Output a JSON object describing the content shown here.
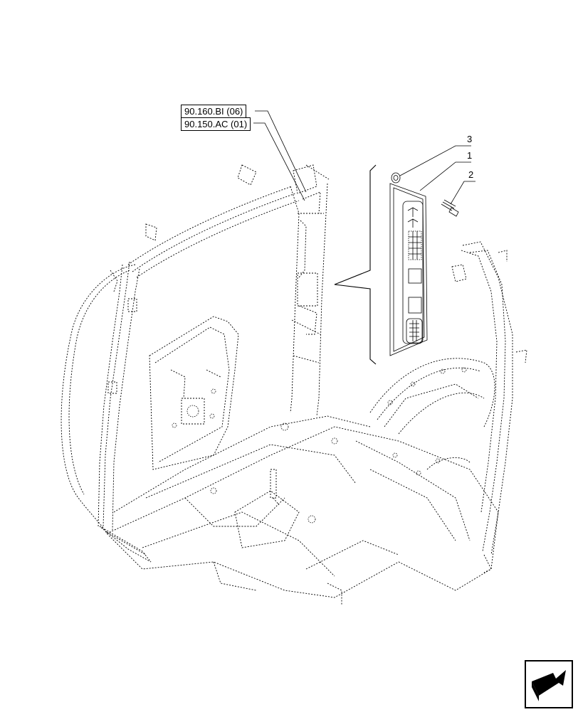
{
  "references": [
    {
      "label": "90.160.BI (06)"
    },
    {
      "label": "90.150.AC (01)"
    }
  ],
  "callouts": [
    {
      "number": "3"
    },
    {
      "number": "1"
    },
    {
      "number": "2"
    }
  ],
  "icons": {
    "navigation": "next-page-arrow-icon"
  },
  "colors": {
    "line": "#000000",
    "background": "#ffffff"
  }
}
